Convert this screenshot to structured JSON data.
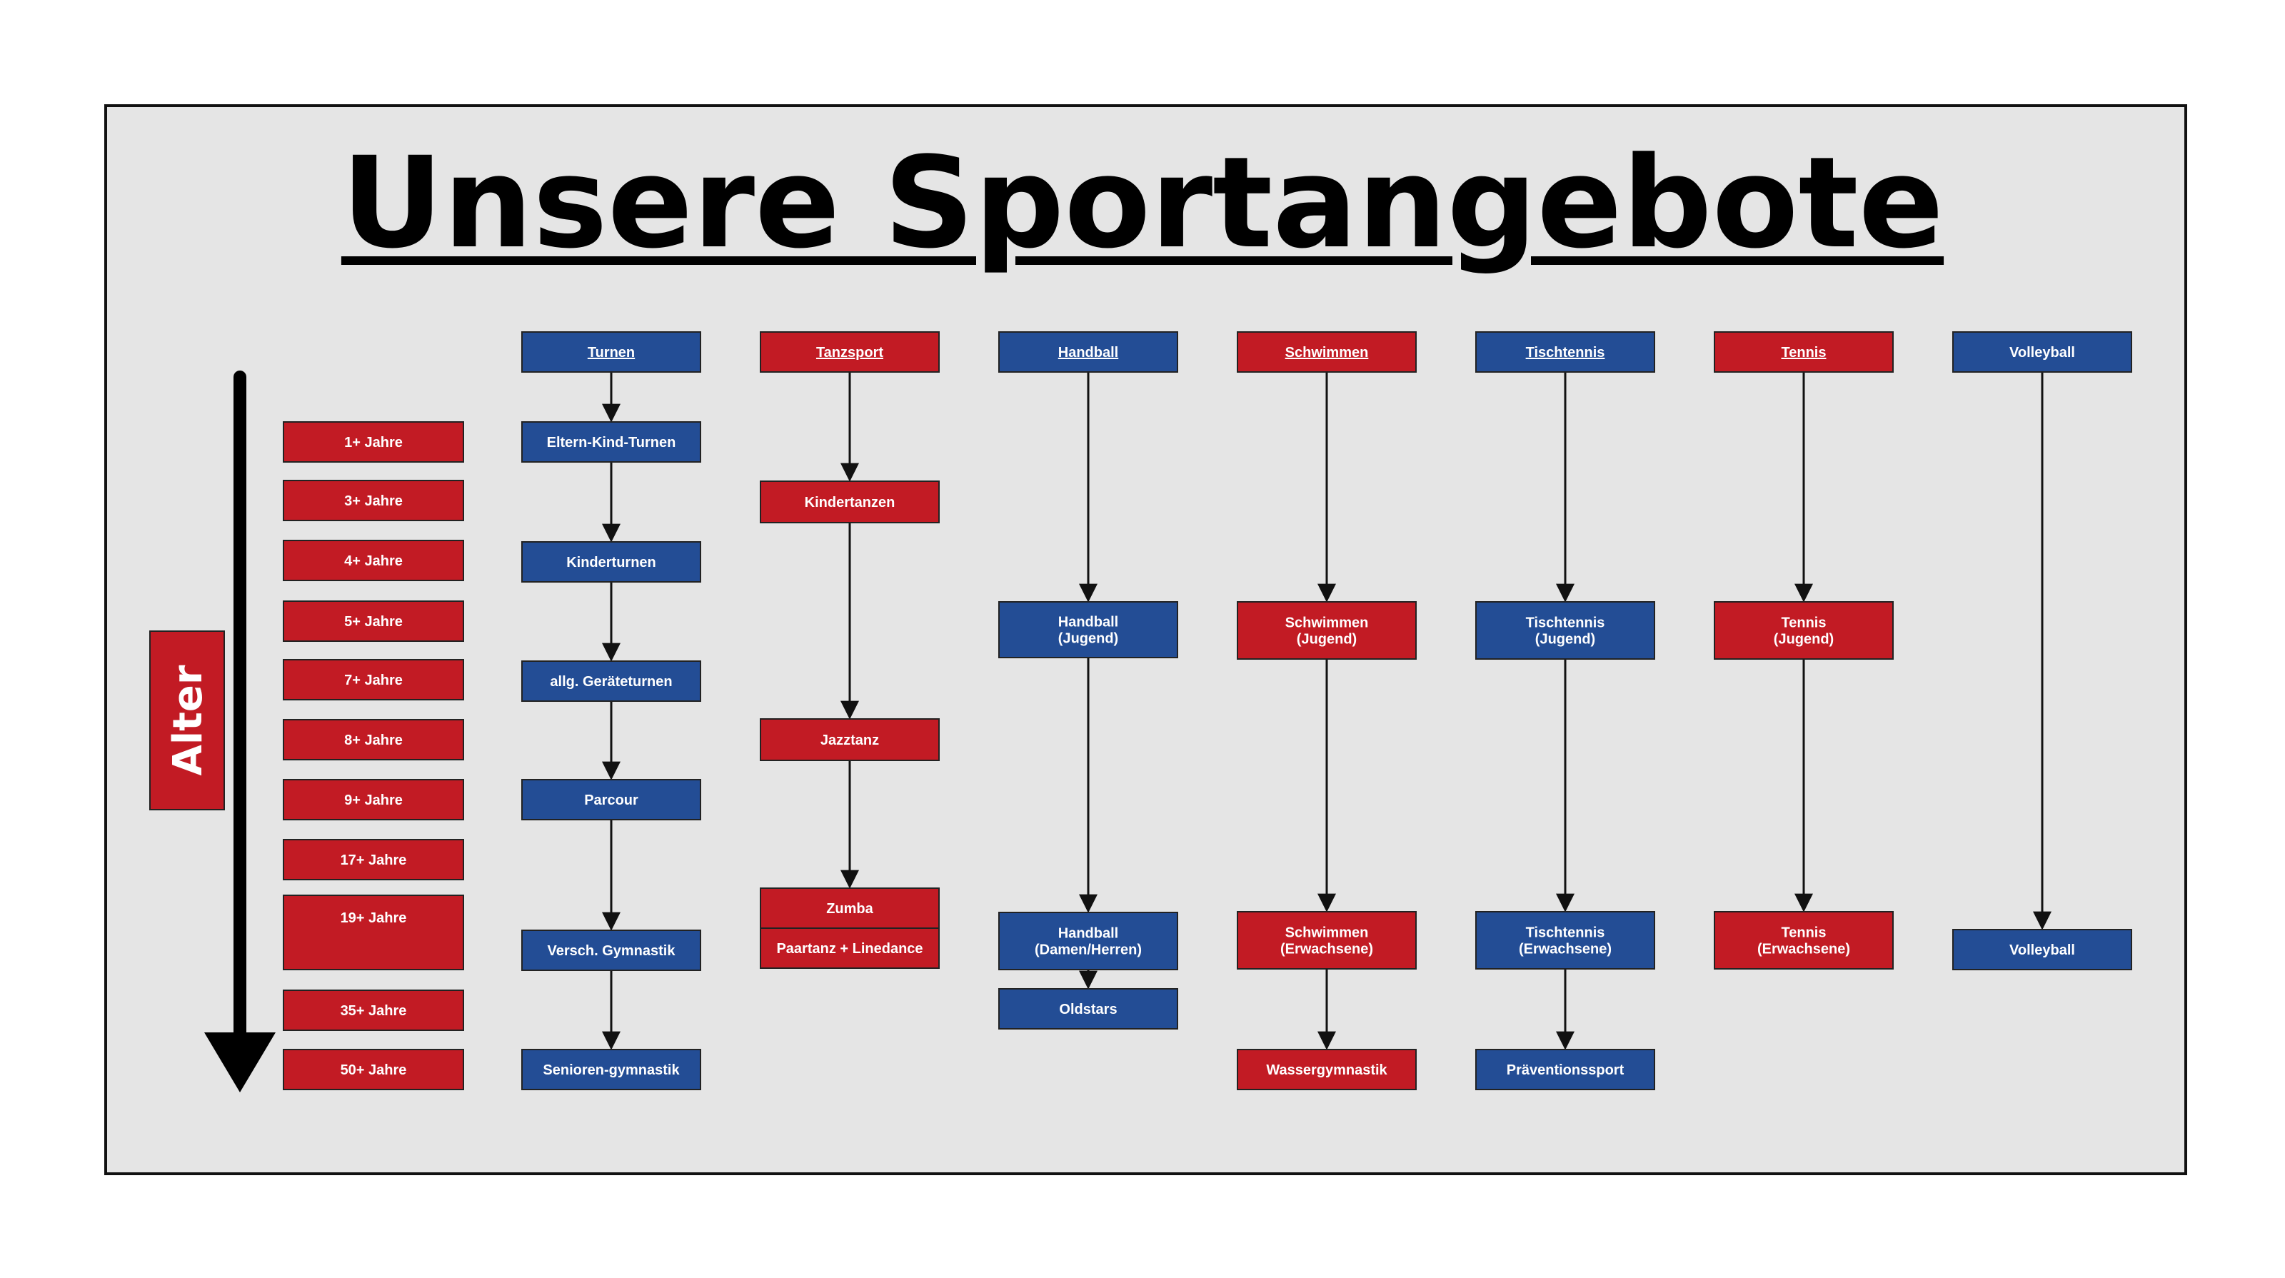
{
  "title": "Unsere Sportangebote",
  "axis_label": "Alter",
  "colors": {
    "red": "#c21b24",
    "blue": "#234d95",
    "panel": "#e5e5e5",
    "line": "#111111"
  },
  "age_labels": [
    "1+ Jahre",
    "3+ Jahre",
    "4+ Jahre",
    "5+ Jahre",
    "7+ Jahre",
    "8+ Jahre",
    "9+ Jahre",
    "17+ Jahre",
    "19+ Jahre",
    "35+ Jahre",
    "50+ Jahre"
  ],
  "columns": [
    {
      "name": "Turnen",
      "header_color": "blue",
      "underlined": true,
      "items": [
        {
          "label": "Eltern-Kind-Turnen",
          "color": "blue"
        },
        {
          "label": "Kinderturnen",
          "color": "blue"
        },
        {
          "label": "allg. Geräteturnen",
          "color": "blue"
        },
        {
          "label": "Parcour",
          "color": "blue"
        },
        {
          "label": "Versch. Gymnastik",
          "color": "blue"
        },
        {
          "label": "Senioren-gymnastik",
          "color": "blue"
        }
      ]
    },
    {
      "name": "Tanzsport",
      "header_color": "red",
      "underlined": true,
      "items": [
        {
          "label": "Kindertanzen",
          "color": "red"
        },
        {
          "label": "Jazztanz",
          "color": "red"
        },
        {
          "label": "Zumba",
          "color": "red"
        },
        {
          "label": "Paartanz + Linedance",
          "color": "red"
        }
      ]
    },
    {
      "name": "Handball",
      "header_color": "blue",
      "underlined": true,
      "items": [
        {
          "label": "Handball\n(Jugend)",
          "color": "blue"
        },
        {
          "label": "Handball\n(Damen/Herren)",
          "color": "blue"
        },
        {
          "label": "Oldstars",
          "color": "blue"
        }
      ]
    },
    {
      "name": "Schwimmen",
      "header_color": "red",
      "underlined": true,
      "items": [
        {
          "label": "Schwimmen\n(Jugend)",
          "color": "red"
        },
        {
          "label": "Schwimmen\n(Erwachsene)",
          "color": "red"
        },
        {
          "label": "Wassergymnastik",
          "color": "red"
        }
      ]
    },
    {
      "name": "Tischtennis",
      "header_color": "blue",
      "underlined": true,
      "items": [
        {
          "label": "Tischtennis\n(Jugend)",
          "color": "blue"
        },
        {
          "label": "Tischtennis\n(Erwachsene)",
          "color": "blue"
        },
        {
          "label": "Präventionssport",
          "color": "blue"
        }
      ]
    },
    {
      "name": "Tennis",
      "header_color": "red",
      "underlined": true,
      "items": [
        {
          "label": "Tennis\n(Jugend)",
          "color": "red"
        },
        {
          "label": "Tennis\n(Erwachsene)",
          "color": "red"
        }
      ]
    },
    {
      "name": "Volleyball",
      "header_color": "blue",
      "underlined": false,
      "items": [
        {
          "label": "Volleyball",
          "color": "blue"
        }
      ]
    }
  ]
}
